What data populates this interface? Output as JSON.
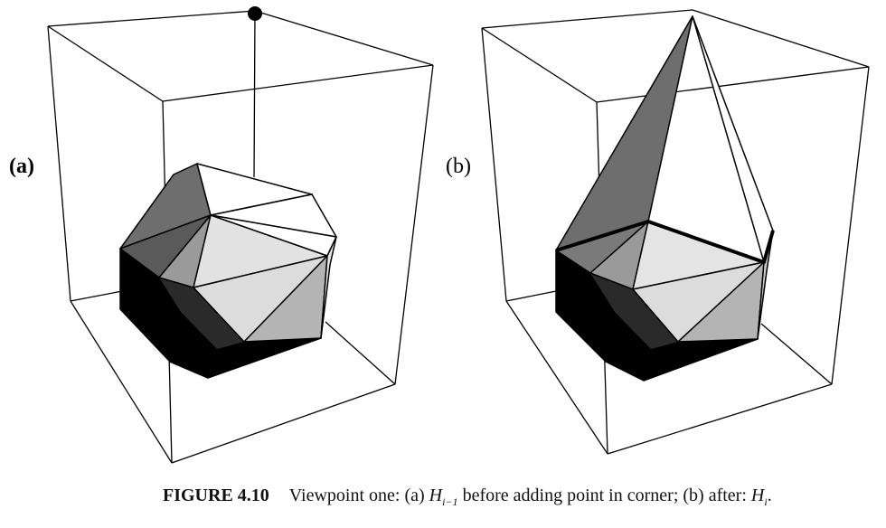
{
  "figure": {
    "panel_a_label": "(a)",
    "panel_b_label": "(b)",
    "caption": {
      "number": "FIGURE 4.10",
      "text_1": "Viewpoint one: (a) ",
      "h_prev": "H",
      "h_prev_sub": "i−1",
      "text_2": " before adding point in corner; (b) after: ",
      "h_cur": "H",
      "h_cur_sub": "i",
      "text_3": "."
    }
  },
  "colors": {
    "black": "#000000",
    "dark_gray": "#6e6e6e",
    "mid_gray": "#9a9a9a",
    "light_gray": "#dcdcdc",
    "white": "#ffffff"
  }
}
